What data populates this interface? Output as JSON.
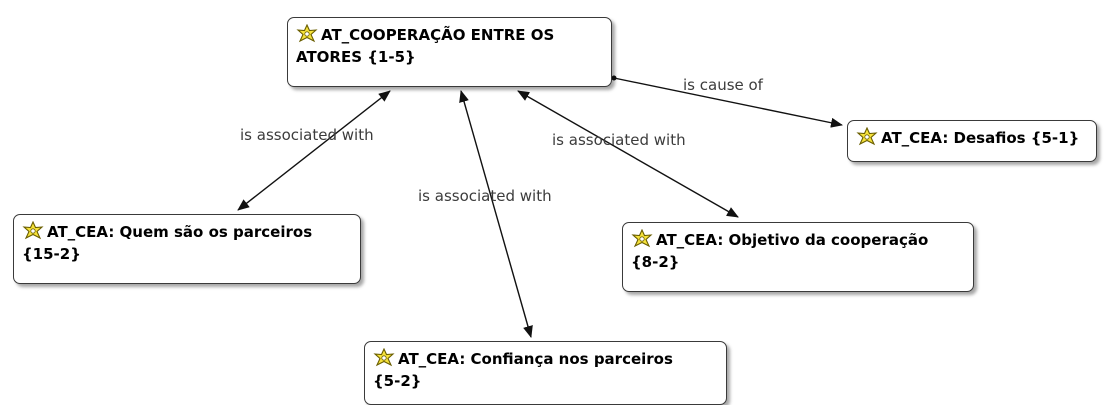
{
  "nodes": {
    "central": {
      "line1": "AT_COOPERAÇÃO ENTRE OS",
      "line2": "ATORES {1-5}",
      "icon": "code-star-icon"
    },
    "desafios": {
      "line1": "AT_CEA: Desafios {5-1}",
      "icon": "code-star-icon"
    },
    "quem": {
      "line1": "AT_CEA: Quem são os parceiros",
      "line2": "{15-2}",
      "icon": "code-star-icon"
    },
    "objetivo": {
      "line1": "AT_CEA: Objetivo da cooperação",
      "line2": "{8-2}",
      "icon": "code-star-icon"
    },
    "confianca": {
      "line1": "AT_CEA: Confiança nos parceiros",
      "line2": "{5-2}",
      "icon": "code-star-icon"
    }
  },
  "links": {
    "to_desafios": "is cause of",
    "to_quem": "is associated with",
    "to_objetivo": "is associated with",
    "to_confianca": "is associated with"
  },
  "colors": {
    "icon_fill": "#f6e23a",
    "icon_stroke": "#6a5e00",
    "edge": "#111111"
  }
}
